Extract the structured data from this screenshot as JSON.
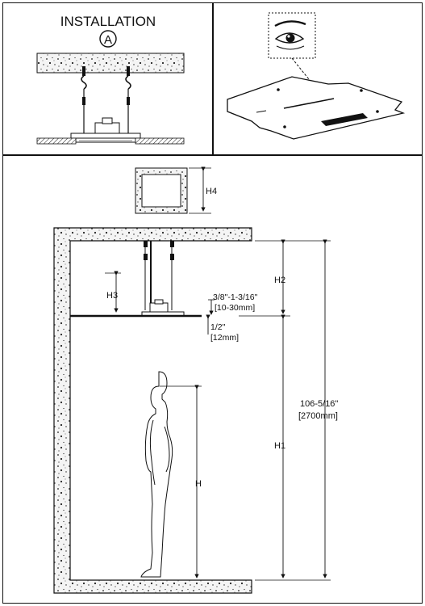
{
  "panel_a": {
    "title": "INSTALLATION",
    "badge": "A"
  },
  "panel_b": {
    "icon": "eye-icon"
  },
  "panel_c": {
    "labels": {
      "h4": "H4",
      "h3": "H3",
      "h2": "H2",
      "h1": "H1",
      "h": "H",
      "gap_in": "3/8\"-1-3/16\"",
      "gap_mm": "[10-30mm]",
      "thick_in": "1/2\"",
      "thick_mm": "[12mm]",
      "height_in": "106-5/16\"",
      "height_mm": "[2700mm]"
    }
  },
  "colors": {
    "line": "#111111",
    "concrete_bg": "#f4f4f4"
  }
}
